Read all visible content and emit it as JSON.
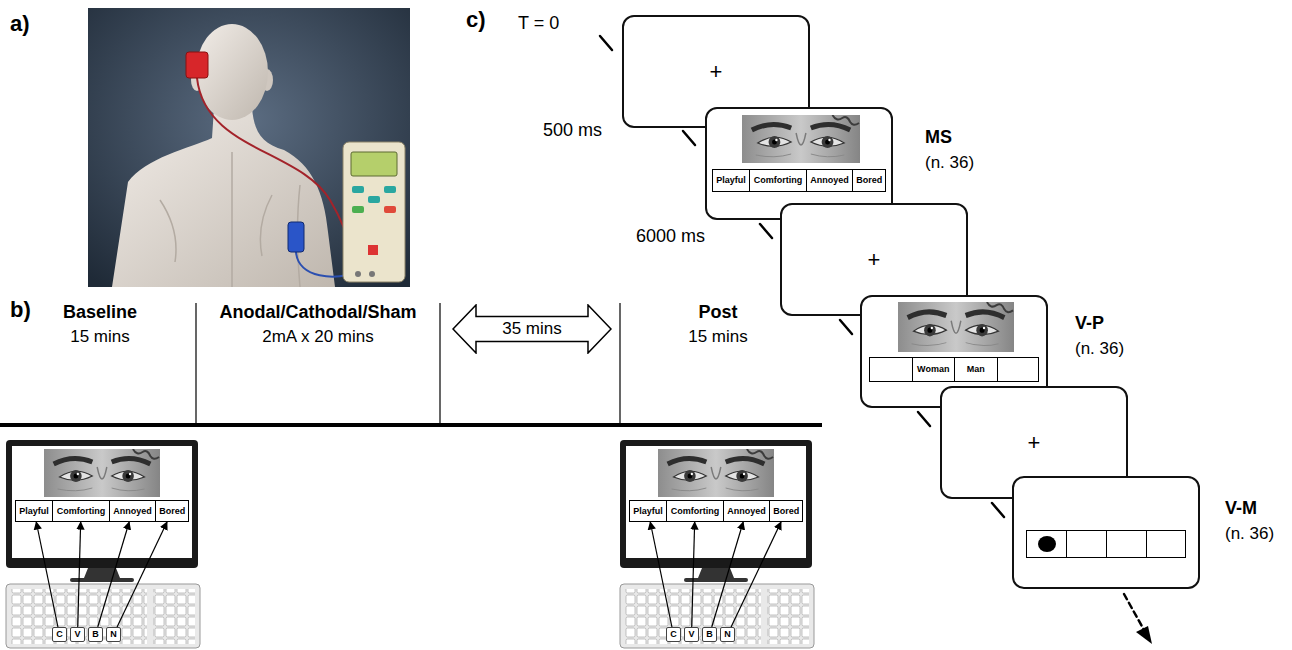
{
  "diagram": {
    "nodes": [
      {
        "text": [
          "Playful"
        ]
      },
      {
        "text": [
          "Comforting"
        ]
      },
      {
        "text": [
          "Annoyed"
        ]
      },
      {
        "text": [
          "Bored"
        ]
      },
      {
        "text": [
          "C"
        ]
      },
      {
        "text": [
          "V"
        ]
      },
      {
        "text": [
          "B"
        ]
      },
      {
        "text": [
          "N"
        ]
      },
      {
        "text": [
          "35 mins"
        ]
      },
      {
        "text": [
          "Playful"
        ]
      },
      {
        "text": [
          "Comforting"
        ]
      },
      {
        "text": [
          "Annoyed"
        ]
      },
      {
        "text": [
          "Bored"
        ]
      },
      {
        "text": [
          "C"
        ]
      },
      {
        "text": [
          "V"
        ]
      },
      {
        "text": [
          "B"
        ]
      },
      {
        "text": [
          "N"
        ]
      },
      {
        "text": [
          "+"
        ]
      },
      {
        "text": [
          "MS",
          "(n. 36)"
        ]
      },
      {
        "text": [
          "Playful"
        ],
        "in": 18
      },
      {
        "text": [
          "Comforting"
        ],
        "in": 18
      },
      {
        "text": [
          "Annoyed"
        ],
        "in": 18
      },
      {
        "text": [
          "Bored"
        ],
        "in": 18
      },
      {
        "text": [
          "+"
        ]
      },
      {
        "text": [
          "V-P",
          "(n. 36)"
        ]
      },
      {
        "text": [
          "Woman"
        ],
        "in": 24
      },
      {
        "text": [
          "Man"
        ],
        "in": 24
      },
      {
        "text": [
          "+"
        ]
      },
      {
        "text": [
          "V-M",
          "(n. 36)"
        ]
      }
    ],
    "edges": [
      {
        "from": 4,
        "to": 0,
        "arrow": "to"
      },
      {
        "from": 5,
        "to": 1,
        "arrow": "to"
      },
      {
        "from": 6,
        "to": 2,
        "arrow": "to"
      },
      {
        "from": 7,
        "to": 3,
        "arrow": "to"
      },
      {
        "from": 13,
        "to": 9,
        "arrow": "to"
      },
      {
        "from": 14,
        "to": 10,
        "arrow": "to"
      },
      {
        "from": 15,
        "to": 11,
        "arrow": "to"
      },
      {
        "from": 16,
        "to": 12,
        "arrow": "to"
      }
    ],
    "labels": [
      "a)",
      "b)",
      "Baseline",
      "15 mins",
      "Anodal/Cathodal/Sham",
      "2mA x 20 mins",
      "Post",
      "15 mins",
      "c)",
      "T = 0",
      "500 ms",
      "6000 ms"
    ]
  }
}
